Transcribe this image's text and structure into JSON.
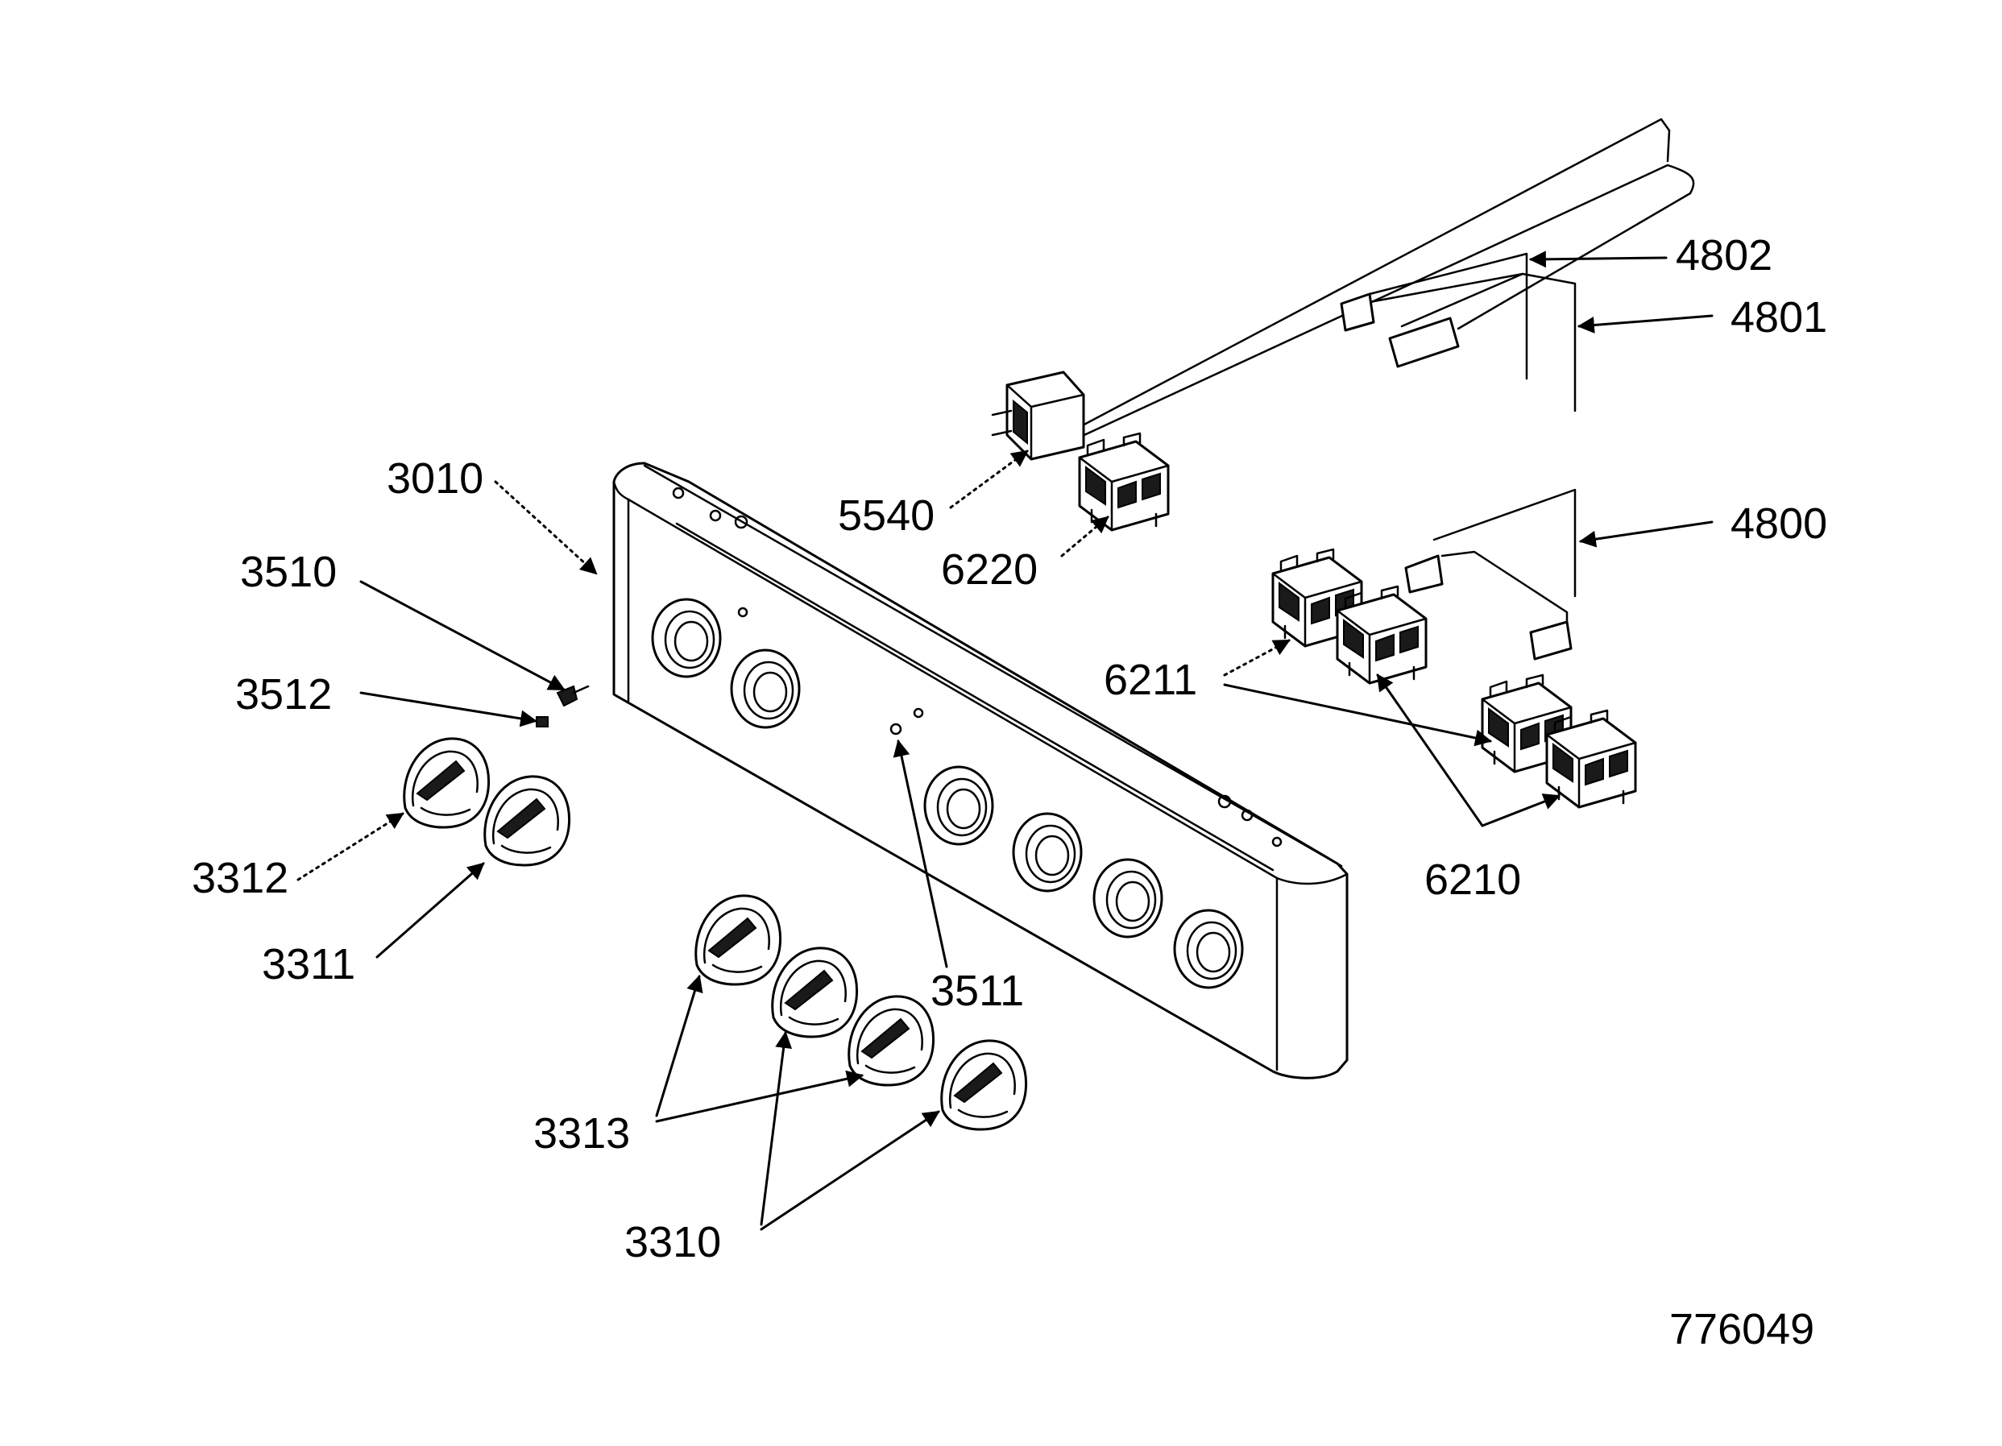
{
  "diagram": {
    "reference": "776049",
    "labels": {
      "p3010": "3010",
      "p3510": "3510",
      "p3512": "3512",
      "p3312": "3312",
      "p3311": "3311",
      "p3313": "3313",
      "p3310": "3310",
      "p3511": "3511",
      "p5540": "5540",
      "p6220": "6220",
      "p4802": "4802",
      "p4801": "4801",
      "p4800": "4800",
      "p6211": "6211",
      "p6210": "6210"
    }
  }
}
